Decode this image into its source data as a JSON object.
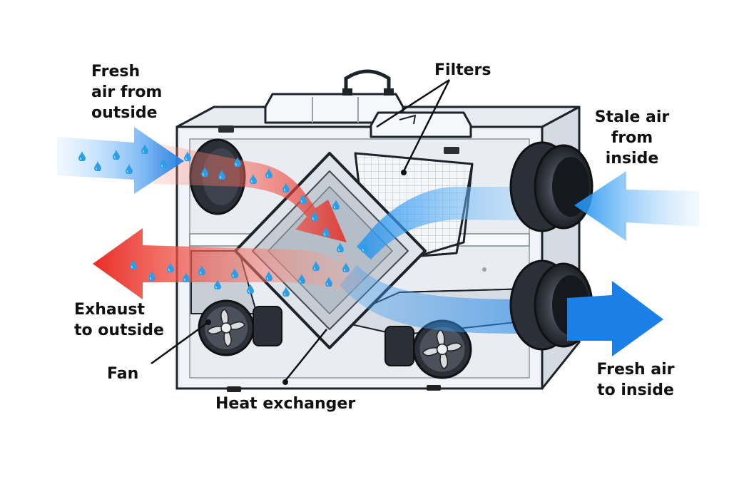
{
  "labels": {
    "fresh_outside": [
      "Fresh",
      "air from",
      "outside"
    ],
    "filters": "Filters",
    "stale_inside": [
      "Stale air",
      "from",
      "inside"
    ],
    "exhaust_outside": [
      "Exhaust",
      "to outside"
    ],
    "fan": "Fan",
    "heat_exchanger": "Heat exchanger",
    "fresh_inside": [
      "Fresh air",
      "to inside"
    ]
  },
  "colors": {
    "warm_air": "#e8221a",
    "cool_air": "#1a7fe6",
    "water_drop": "#2a9fe8",
    "unit_body": "#f1f4f8",
    "outline": "#1d232b"
  },
  "icons": [
    "fan-icon",
    "water-drop-icon",
    "filter-icon",
    "duct-port-icon"
  ]
}
